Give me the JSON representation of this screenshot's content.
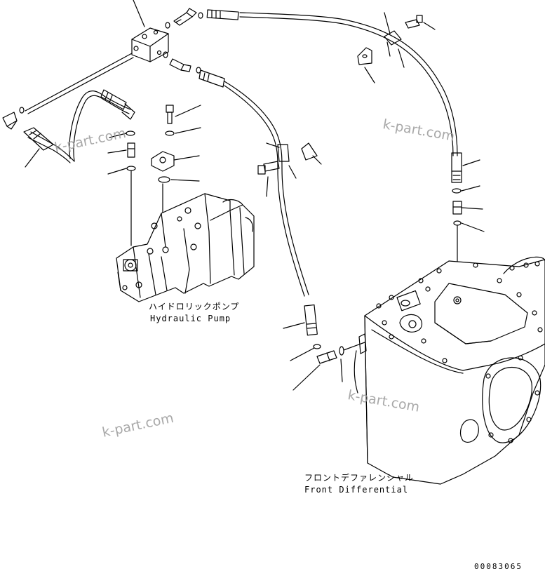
{
  "labels": {
    "pump_jp": "ハイドロリックポンプ",
    "pump_en": "Hydraulic Pump",
    "diff_jp": "フロントデファレンシャル",
    "diff_en": "Front Differential"
  },
  "watermarks": [
    "k-part.com",
    "k-part.com",
    "k-part.com",
    "k-part.com"
  ],
  "drawing_number": "00083065",
  "colors": {
    "line": "#000000",
    "watermark": "#9a9a9a",
    "background": "#ffffff"
  }
}
